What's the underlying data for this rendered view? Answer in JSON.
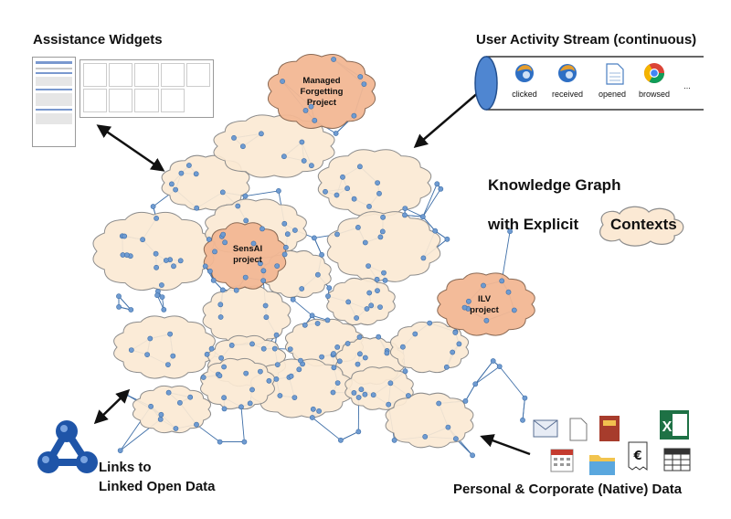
{
  "labels": {
    "assistance_widgets": "Assistance Widgets",
    "activity_stream": "User Activity Stream (continuous)",
    "knowledge_graph": "Knowledge Graph",
    "with_explicit": "with Explicit",
    "contexts": "Contexts",
    "links_line1": "Links to",
    "links_line2": "Linked Open Data",
    "personal_data": "Personal & Corporate (Native) Data"
  },
  "projects": {
    "managed_forgetting": [
      "Managed",
      "Forgetting",
      "Project"
    ],
    "sensai": [
      "SensAI",
      "project"
    ],
    "ilv": [
      "ILV",
      "project"
    ]
  },
  "stream_items": [
    "clicked",
    "received",
    "opened",
    "browsed",
    "..."
  ],
  "colors": {
    "cloud_fill": "#fbe9d4",
    "cloud_stroke": "#8d8d8d",
    "project_fill": "#f2b794",
    "project_stroke": "#8a6a55",
    "node": "#6f9bd1",
    "node_stroke": "#3f6fa8",
    "edge": "#3f6fa8",
    "arrow": "#111111",
    "lod_blue": "#1f55a8",
    "excel_green": "#1e7145"
  },
  "icons": [
    "thunderbird-icon",
    "thunderbird-icon",
    "document-icon",
    "chrome-icon",
    "envelope-icon",
    "document-icon",
    "book-icon",
    "excel-icon",
    "calendar-icon",
    "folder-icon",
    "invoice-icon",
    "spreadsheet-icon",
    "linked-data-icon"
  ]
}
